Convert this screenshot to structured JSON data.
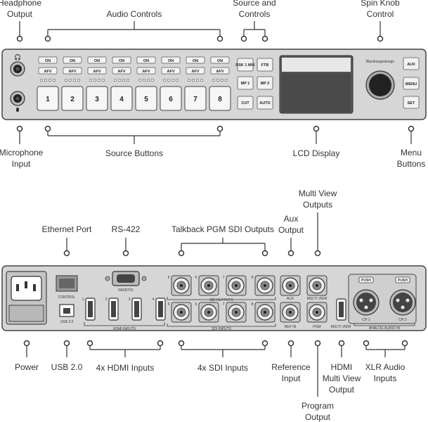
{
  "front_callouts": {
    "headphone_output": [
      "Headphone",
      "Output"
    ],
    "audio_controls": "Audio Controls",
    "source_and_controls": [
      "Source and",
      "Controls"
    ],
    "spin_knob_control": [
      "Spin Knob",
      "Control"
    ],
    "microphone_input": [
      "Microphone",
      "Input"
    ],
    "source_buttons": "Source Buttons",
    "lcd_display": "LCD Display",
    "menu_buttons": [
      "Menu",
      "Buttons"
    ]
  },
  "front_panel": {
    "on_label": "ON",
    "afv_label": "AFV",
    "source_numbers": [
      "1",
      "2",
      "3",
      "4",
      "5",
      "6",
      "7",
      "8"
    ],
    "control_buttons": [
      "DSK 1 MIX",
      "FTB",
      "MP 1",
      "MP 2",
      "CUT",
      "AUTO"
    ],
    "menu_buttons": [
      "AUX",
      "MENU",
      "SET"
    ],
    "brand": "Blackmagicdesign"
  },
  "rear_callouts": {
    "ethernet_port": "Ethernet Port",
    "rs422": "RS-422",
    "talkback_pgm": "Talkback PGM SDI Outputs",
    "aux_output": [
      "Aux",
      "Output"
    ],
    "multi_view_outputs": [
      "Multi View",
      "Outputs"
    ],
    "power": "Power",
    "usb": "USB 2.0",
    "hdmi_inputs": "4x HDMI Inputs",
    "sdi_inputs": "4x SDI Inputs",
    "reference_input": [
      "Reference",
      "Input"
    ],
    "hdmi_multiview": [
      "HDMI",
      "Multi View",
      "Output"
    ],
    "xlr_audio": [
      "XLR Audio",
      "Inputs"
    ],
    "program_output": [
      "Program",
      "Output"
    ]
  },
  "rear_panel": {
    "control": "CONTROL",
    "usb_label": "USB 2.0",
    "remote": "REMOTE",
    "hdmi_inputs": "HDMI INPUTS",
    "hdmi_numbers": [
      "1",
      "2",
      "3",
      "4"
    ],
    "sdi_outputs": "SDI OUTPUTS",
    "sdi_inputs": "SDI INPUTS",
    "sdi_out_numbers": [
      "5",
      "6",
      "7",
      "8"
    ],
    "sdi_in_numbers": [
      "5",
      "6",
      "7",
      "8"
    ],
    "aux": "AUX",
    "ref_in": "REF IN",
    "multi_view": "MULTI VIEW",
    "pgm": "PGM",
    "push": "PUSH",
    "ch1": "CH 1",
    "ch2": "CH 2",
    "analog_audio_in": "ANALOG AUDIO IN"
  }
}
